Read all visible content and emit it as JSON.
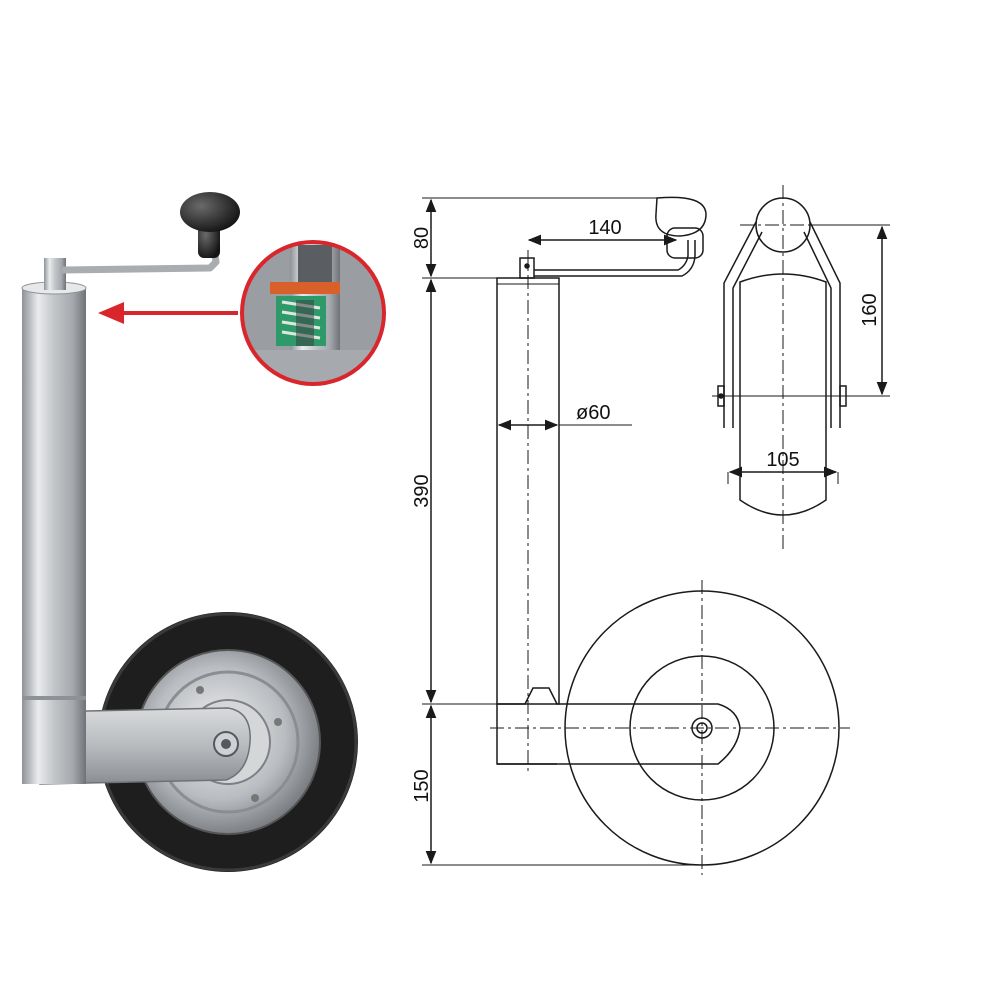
{
  "dimensions": {
    "handle_offset": "80",
    "crank_reach": "140",
    "tube_diameter": "ø60",
    "tube_length": "390",
    "wheel_height": "150",
    "fork_height": "160",
    "wheel_width": "105"
  },
  "colors": {
    "line": "#1a1a1a",
    "callout_arrow": "#d9262c",
    "callout_ring": "#d9262c",
    "tyre": "#1e1e1e",
    "galvanized": "#b9bcc0",
    "spring_green": "#2e9a6a",
    "spring_orange": "#d8602a"
  },
  "icons": {
    "detail_callout": "magnifier-detail",
    "pointer": "arrow-left"
  }
}
